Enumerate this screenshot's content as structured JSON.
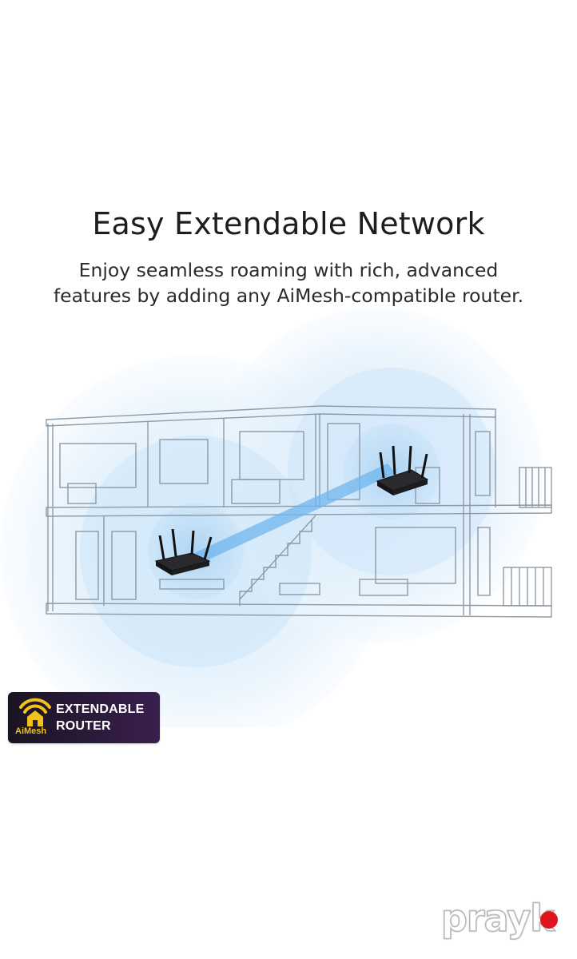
{
  "header": {
    "title": "Easy Extendable Network",
    "subtitle_lines": [
      "Enjoy seamless roaming with rich, advanced",
      "features by adding any AiMesh-compatible router."
    ]
  },
  "illustration": {
    "description_icon": "two-story-house-mesh-illustration",
    "coverage_color": "#bcdcf5",
    "link_color": "#6fb6ee"
  },
  "badge": {
    "logo_text": "AiMesh",
    "line1": "EXTENDABLE",
    "line2": "ROUTER",
    "accent_color": "#f1c21b"
  },
  "watermark": {
    "text": "prayk",
    "dot_color": "#e0141e"
  }
}
